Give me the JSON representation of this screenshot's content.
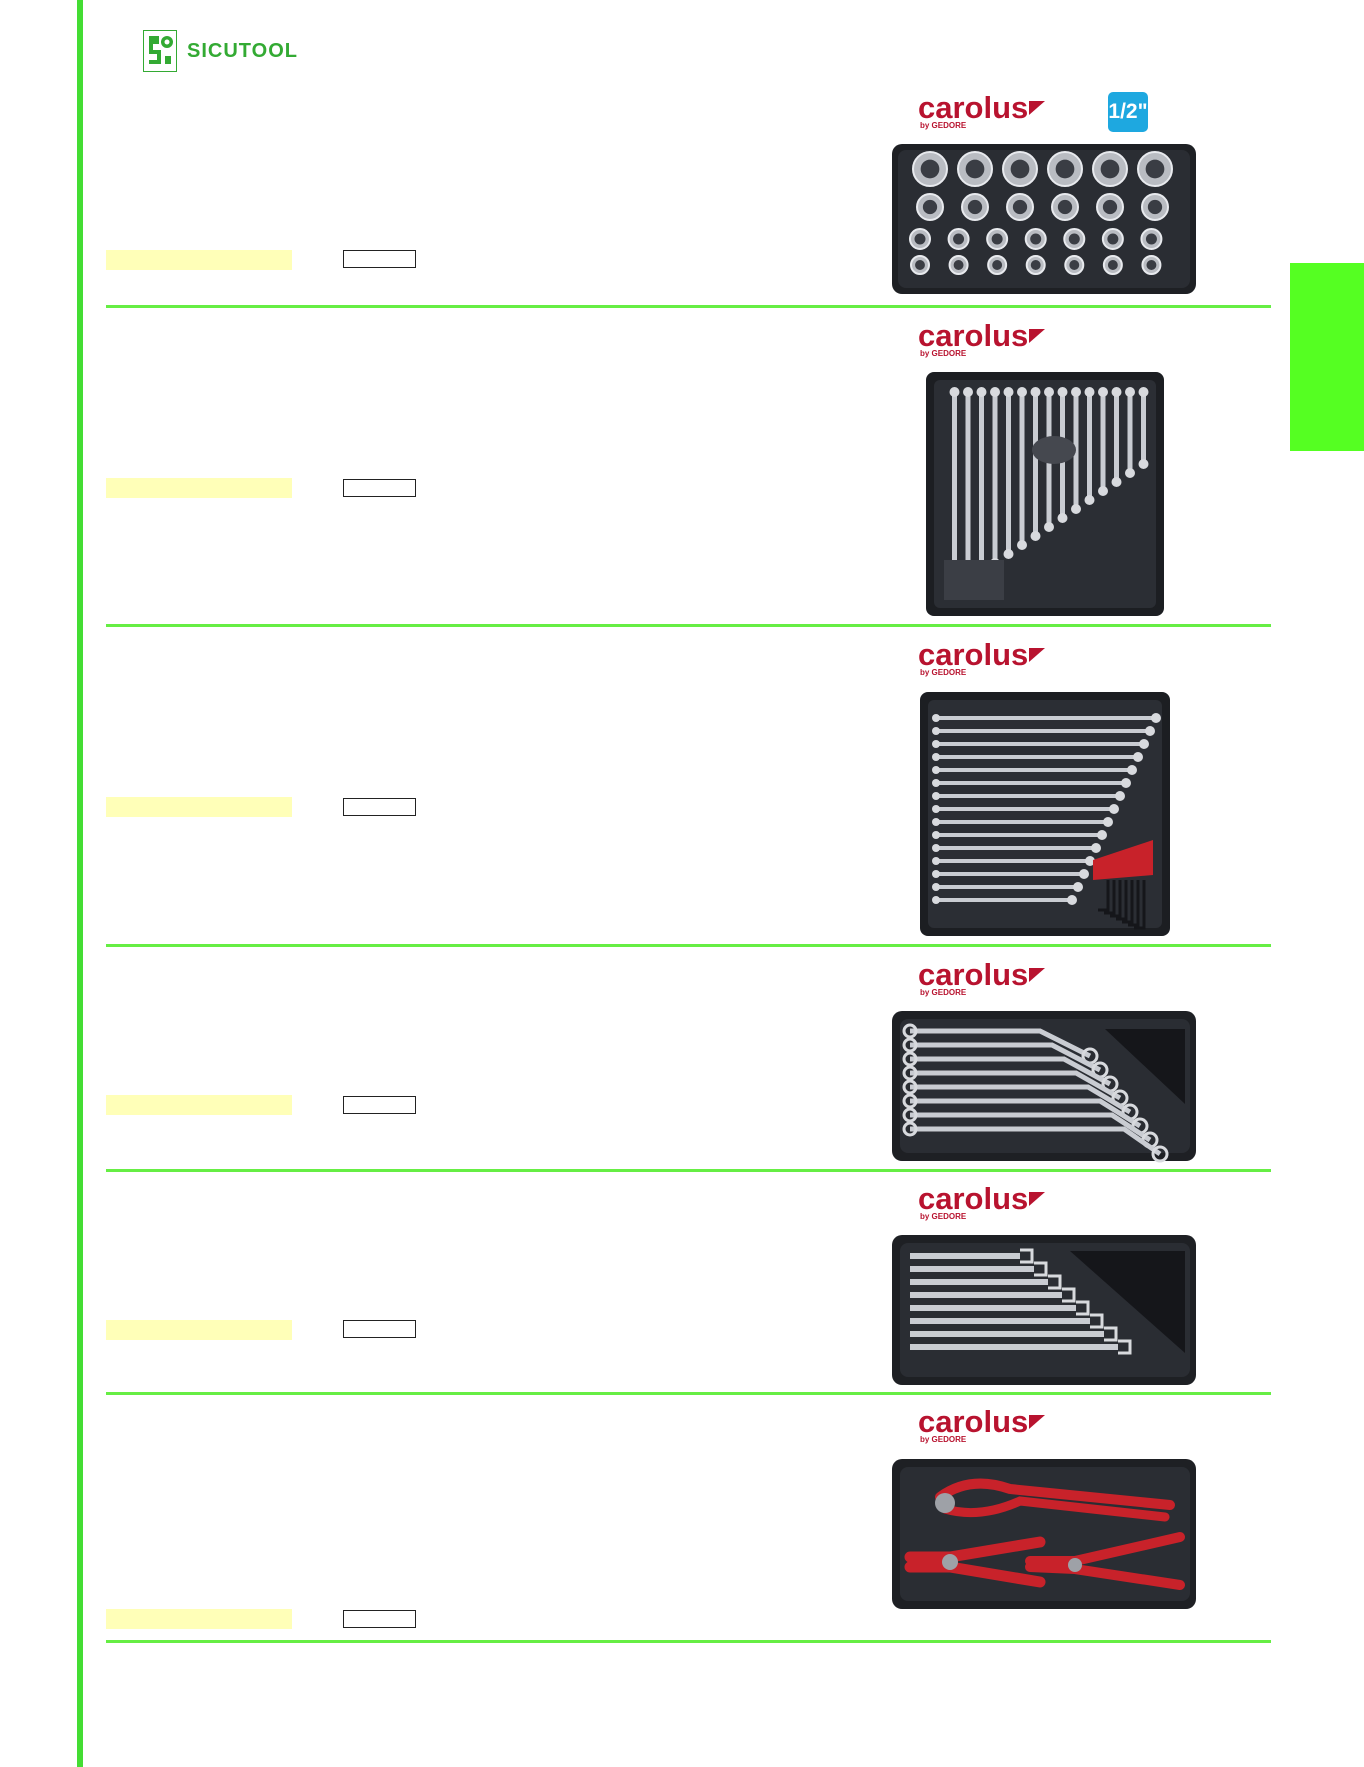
{
  "header": {
    "logo_text": "SICUTOOL",
    "logo_icon": "sicutool-logo-icon"
  },
  "colors": {
    "accent_green": "#44dd33",
    "side_tab": "#55ff22",
    "code_field": "#ffffb8",
    "brand_red": "#b8132f",
    "badge_blue": "#1ea8e0"
  },
  "products": [
    {
      "brand": "carolus",
      "brand_sub": "by GEDORE",
      "badge": "1/2\"",
      "image": "socket-set-tray-image"
    },
    {
      "brand": "carolus",
      "brand_sub": "by GEDORE",
      "image": "combination-wrench-tray-image"
    },
    {
      "brand": "carolus",
      "brand_sub": "by GEDORE",
      "image": "combination-wrench-hex-key-tray-image"
    },
    {
      "brand": "carolus",
      "brand_sub": "by GEDORE",
      "image": "double-ring-spanner-tray-image"
    },
    {
      "brand": "carolus",
      "brand_sub": "by GEDORE",
      "image": "open-end-spanner-tray-image"
    },
    {
      "brand": "carolus",
      "brand_sub": "by GEDORE",
      "image": "pliers-tray-image"
    }
  ]
}
